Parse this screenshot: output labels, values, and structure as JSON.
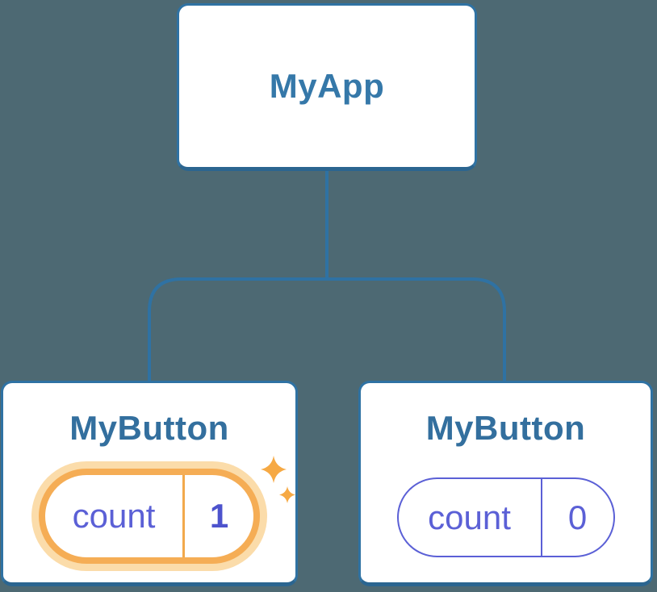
{
  "diagram": {
    "kind": "react-component-tree",
    "root": {
      "title": "MyApp"
    },
    "children": [
      {
        "title": "MyButton",
        "state_label": "count",
        "state_value": "1",
        "highlighted": true
      },
      {
        "title": "MyButton",
        "state_label": "count",
        "state_value": "0",
        "highlighted": false
      }
    ]
  },
  "colors": {
    "background": "#4d6973",
    "connector": "#2f72a3",
    "card_border": "#2f72a3",
    "card_bottom_edge": "#2b6590",
    "root_title": "#3578a9",
    "child_title": "#336f9e",
    "state_text": "#5b60d6",
    "state_value_active": "#4d53cd",
    "highlight_ring": "#f5ad55",
    "highlight_glow": "#fbdcaa",
    "highlight_divider": "#f2a94c",
    "sparkle": "#f6a944"
  }
}
